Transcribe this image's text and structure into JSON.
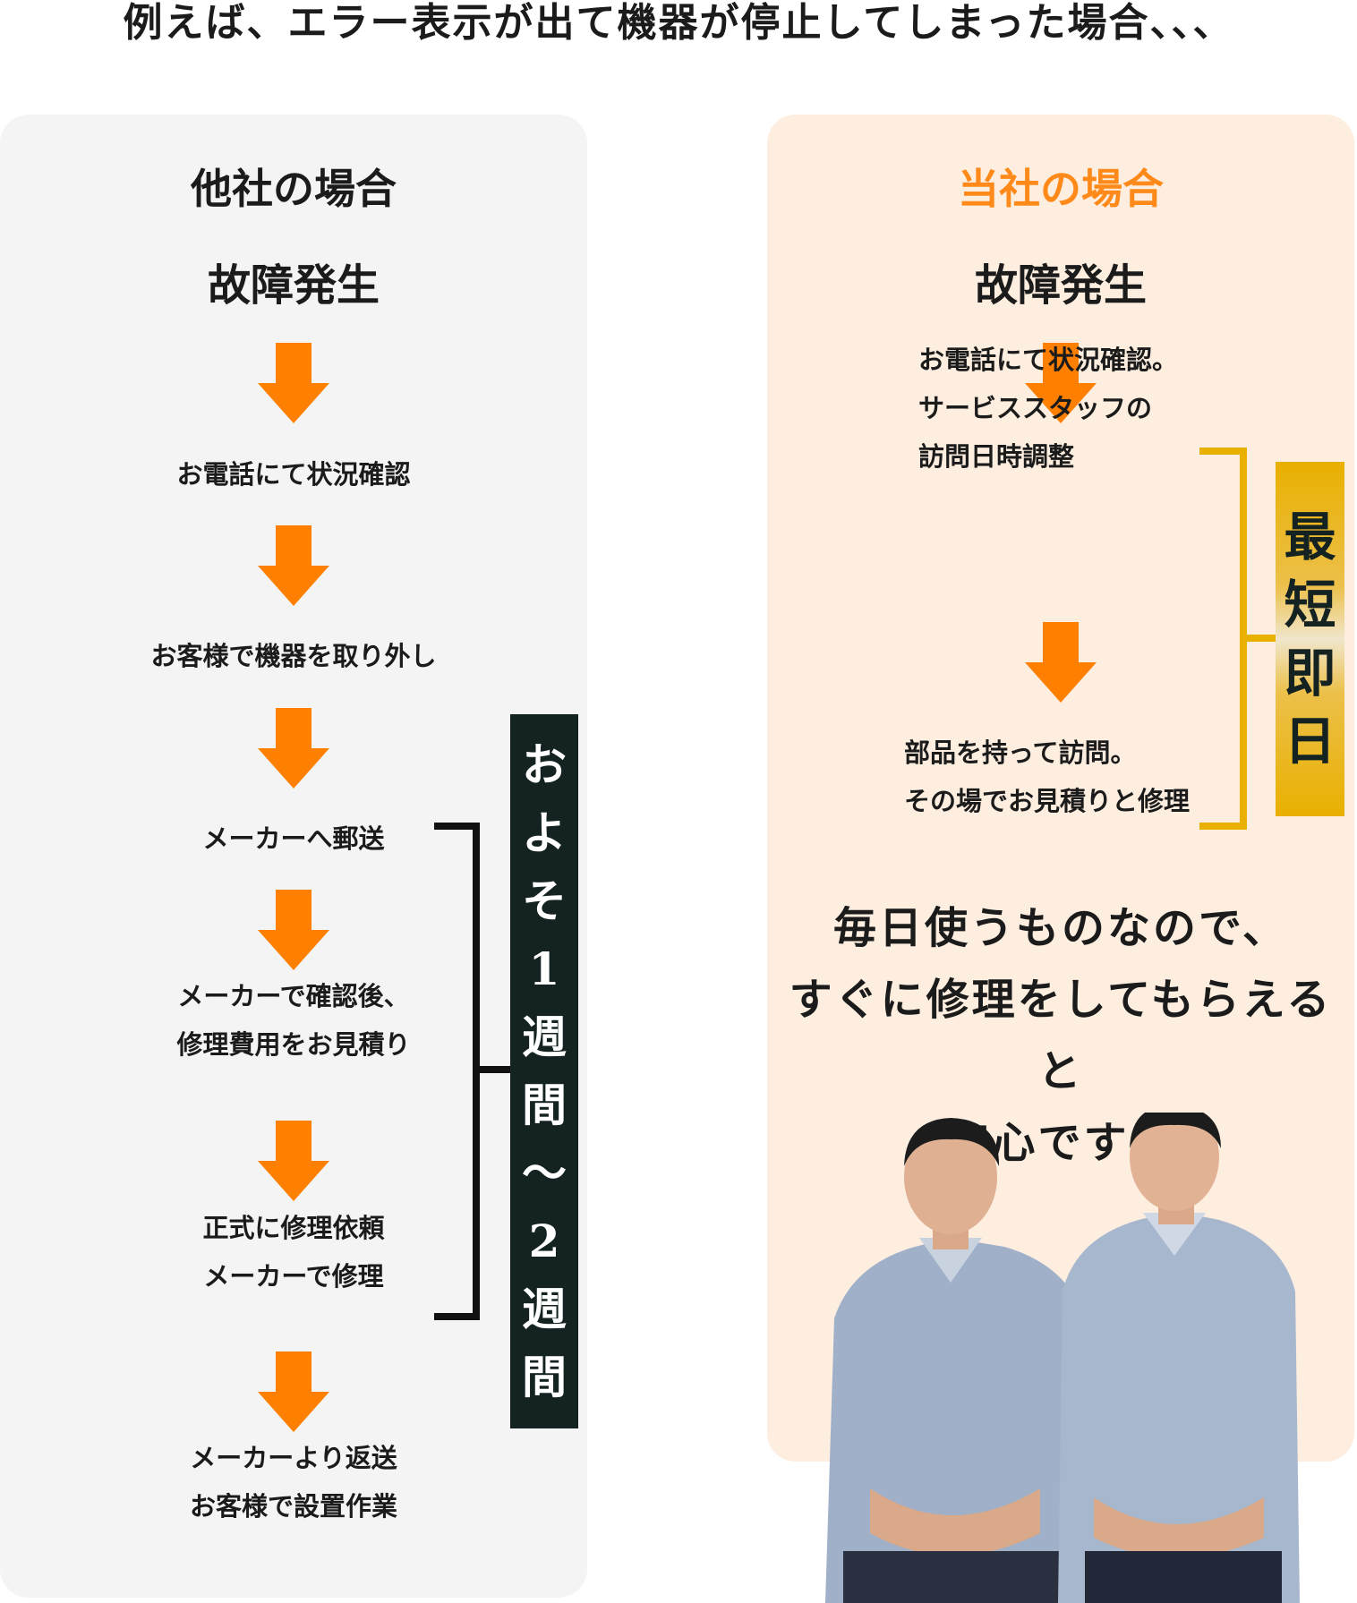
{
  "title": "例えば、エラー表示が出て機器が停止してしまった場合、、、",
  "colors": {
    "accent_orange": "#ff8000",
    "gold": "#e9b000",
    "dark_box": "#142222",
    "left_bg": "#f4f4f4",
    "right_bg": "#fdeee0"
  },
  "left": {
    "heading": "他社の場合",
    "start": "故障発生",
    "steps": [
      [
        "お電話にて状況確認"
      ],
      [
        "お客様で機器を取り外し"
      ],
      [
        "メーカーへ郵送"
      ],
      [
        "メーカーで確認後、",
        "修理費用をお見積り"
      ],
      [
        "正式に修理依頼",
        "メーカーで修理"
      ],
      [
        "メーカーより返送",
        "お客様で設置作業"
      ]
    ],
    "duration_chars": [
      "お",
      "よ",
      "そ",
      "1",
      "週",
      "間",
      "〜",
      "2",
      "週",
      "間"
    ]
  },
  "right": {
    "heading": "当社の場合",
    "start": "故障発生",
    "step1": [
      "お電話にて状況確認。",
      "サービススタッフの",
      "訪問日時調整"
    ],
    "step2": [
      "部品を持って訪問。",
      "その場でお見積りと修理"
    ],
    "badge_chars": [
      "最",
      "短",
      "即",
      "日"
    ],
    "message": [
      "毎日使うものなので、",
      "すぐに修理をしてもらえると",
      "安心です！"
    ],
    "photo_icon": "staff-photo"
  }
}
